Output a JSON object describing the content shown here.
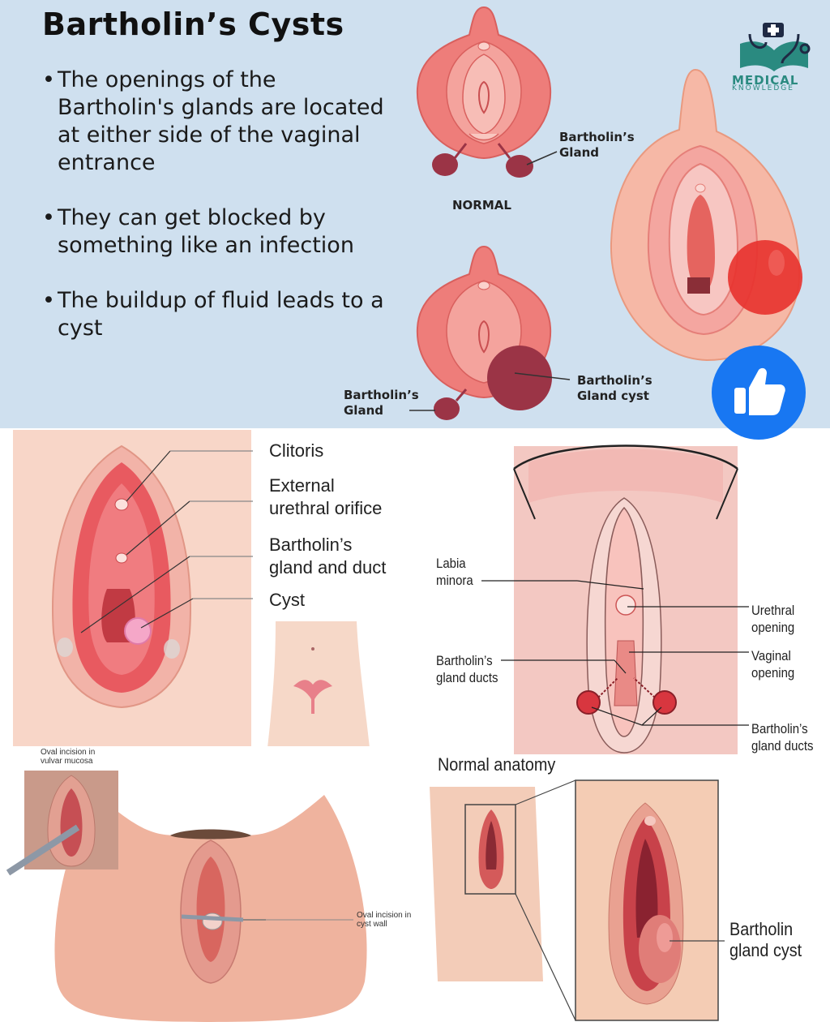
{
  "header": {
    "title": "Bartholin’s Cysts",
    "bullets": [
      "The openings of the Bartholin's glands are located at either side of the vaginal entrance",
      "They can get blocked by something like an infection",
      "The buildup of fluid leads to a cyst"
    ],
    "logo": {
      "line1": "MEDICAL",
      "line2": "KNOWLEDGE",
      "icon": "stethoscope-book-icon"
    },
    "like_icon": "thumbs-up-icon"
  },
  "diagram_top": {
    "normal_label": "NORMAL",
    "gland_label_line1": "Bartholin’s",
    "gland_label_line2": "Gland",
    "cyst_label_line1": "Bartholin’s",
    "cyst_label_line2": "Gland cyst",
    "gland_label2_line1": "Bartholin’s",
    "gland_label2_line2": "Gland"
  },
  "diagram_mid_left": {
    "labels": [
      "Clitoris",
      "External",
      "urethral orifice",
      "Bartholin’s",
      "gland and duct",
      "Cyst"
    ]
  },
  "diagram_mid_right": {
    "labia_line1": "Labia",
    "labia_line2": "minora",
    "urethral_line1": "Urethral",
    "urethral_line2": "opening",
    "vaginal_line1": "Vaginal",
    "vaginal_line2": "opening",
    "ducts_left_line1": "Bartholin’s",
    "ducts_left_line2": "gland ducts",
    "ducts_right_line1": "Bartholin’s",
    "ducts_right_line2": "gland ducts"
  },
  "diagram_bottom_left": {
    "inset_line1": "Oval incision in",
    "inset_line2": "vulvar mucosa",
    "incision_line1": "Oval incision in",
    "incision_line2": "cyst wall"
  },
  "diagram_bottom_right": {
    "title": "Normal anatomy",
    "cyst_line1": "Bartholin",
    "cyst_line2": "gland cyst"
  },
  "colors": {
    "top_bg": "#cfe0ef",
    "tissue": "#ee7d7a",
    "gland": "#9b3446",
    "logo": "#2a8a80",
    "like": "#1877f2"
  }
}
